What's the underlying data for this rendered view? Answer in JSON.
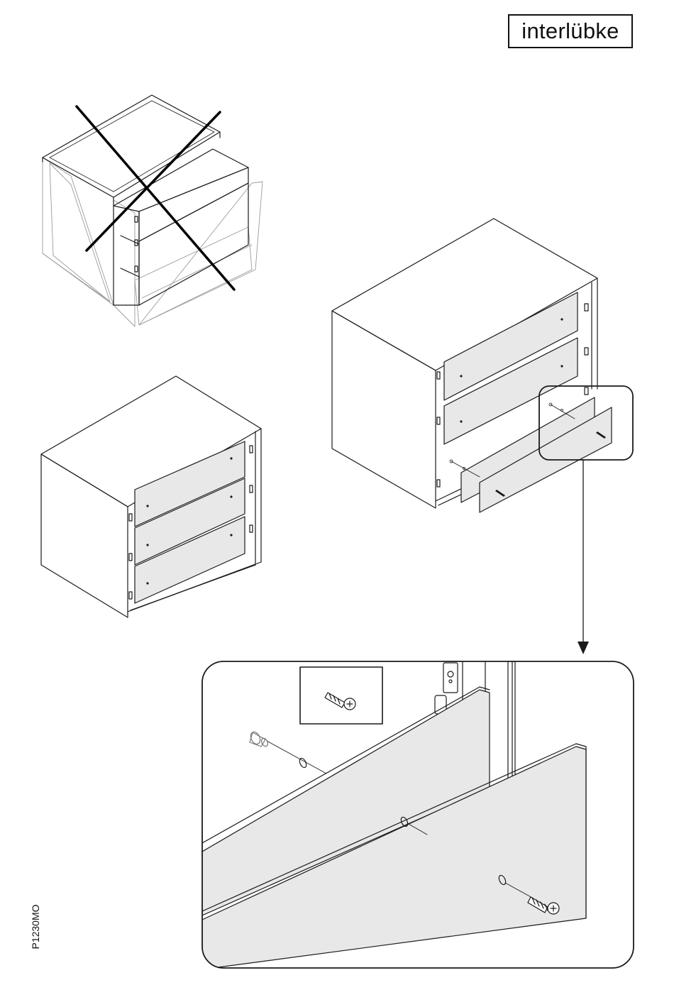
{
  "brand": {
    "logo_text": "interlübke"
  },
  "document": {
    "code": "P1230MO"
  },
  "colors": {
    "line": "#1a1a1a",
    "front_fill": "#e8e8e8",
    "faint": "#9a9a9a",
    "background": "#ffffff"
  },
  "steps": [
    {
      "name": "incorrect-removal",
      "icon": "cross-icon"
    },
    {
      "name": "cabinet-with-fronts",
      "icon": "cabinet-icon"
    },
    {
      "name": "remove-fronts",
      "icon": "cabinet-open-icon"
    },
    {
      "name": "detail-screw",
      "icon": "screw-icon"
    }
  ]
}
